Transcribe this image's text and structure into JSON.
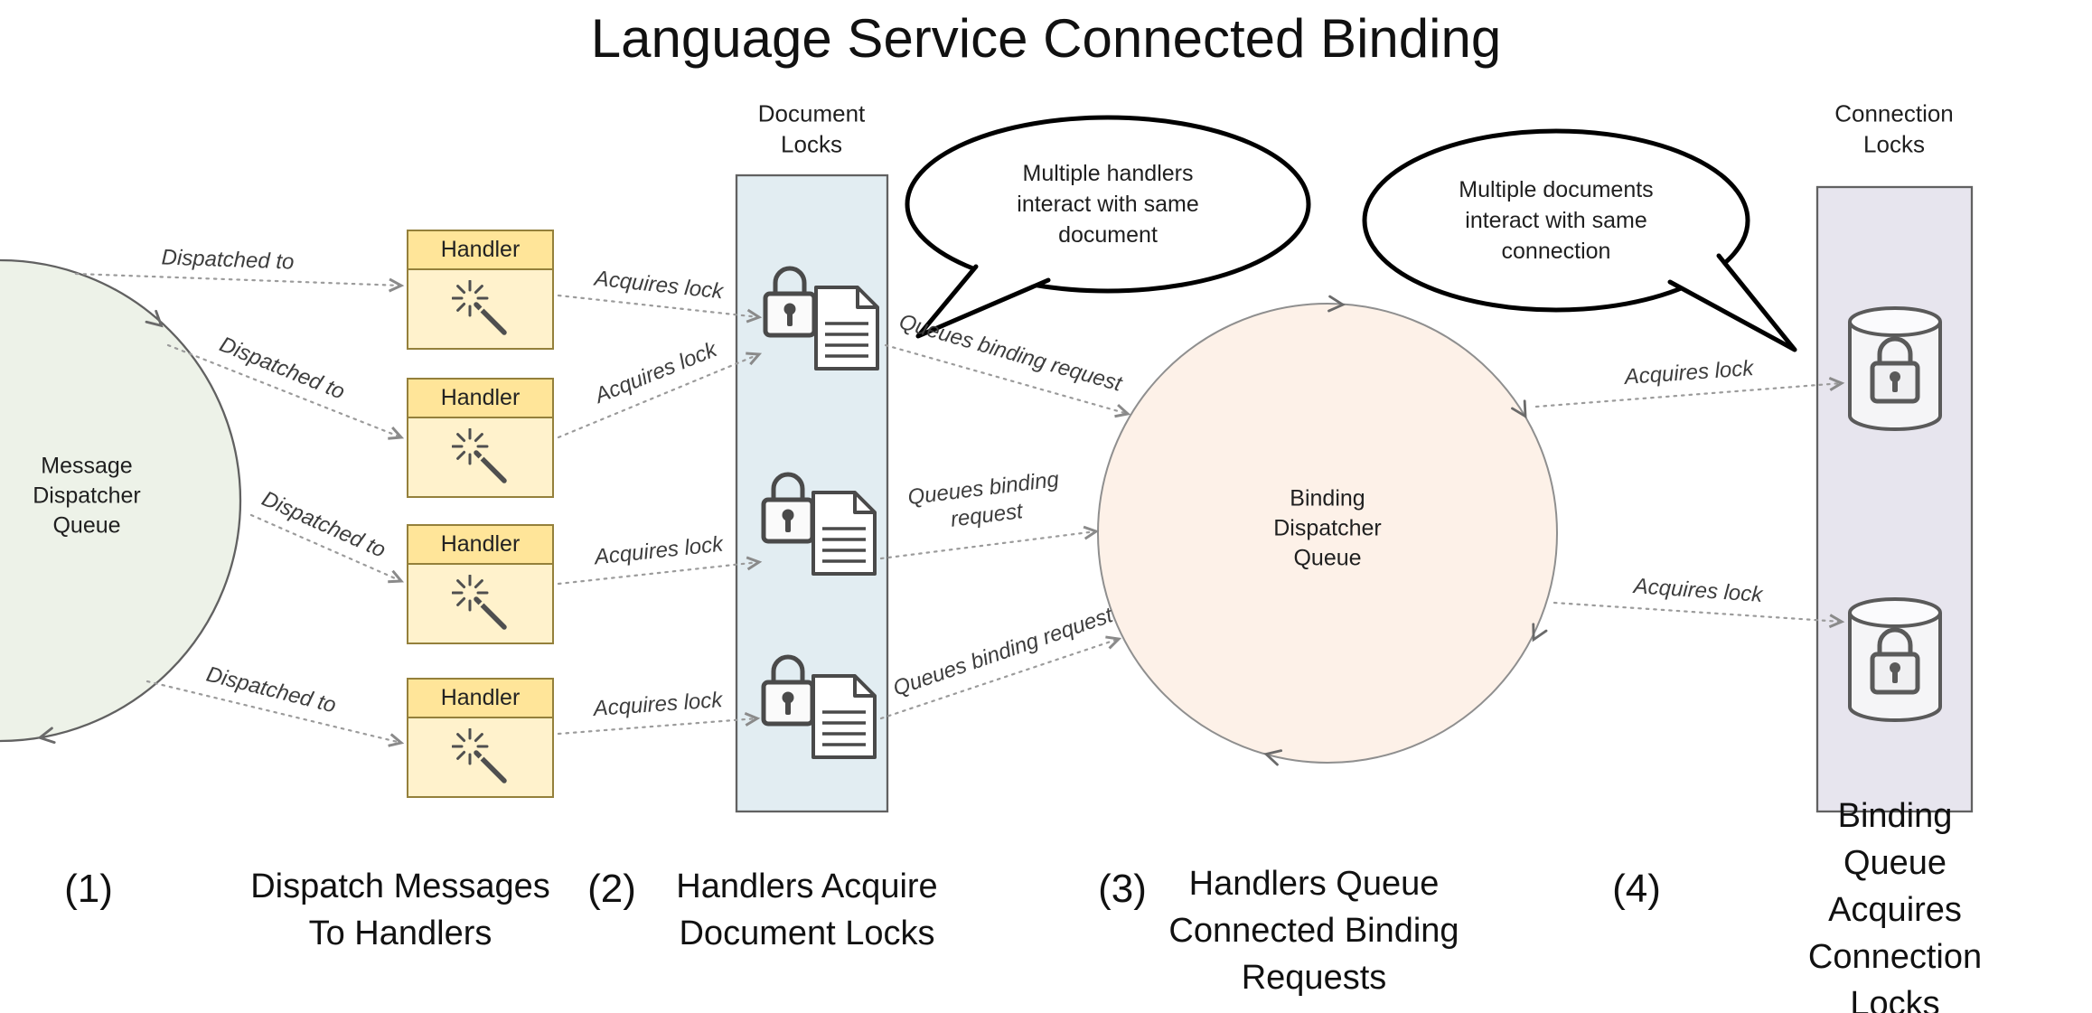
{
  "title": "Language Service Connected Binding",
  "colors": {
    "message_queue_fill": "#edf2e8",
    "binding_queue_fill": "#fdf1e8",
    "document_locks_fill": "#e2edf2",
    "connection_locks_fill": "#e7e5ee",
    "handler_header_fill": "#ffe599",
    "handler_body_fill": "#fff2cc",
    "edge_color": "#9b9b9b",
    "bubble_border": "#000000"
  },
  "nodes": {
    "message_queue": "Message\nDispatcher\nQueue",
    "binding_queue": "Binding\nDispatcher\nQueue",
    "document_locks": "Document\nLocks",
    "connection_locks": "Connection\nLocks"
  },
  "handlers": [
    {
      "label": "Handler"
    },
    {
      "label": "Handler"
    },
    {
      "label": "Handler"
    },
    {
      "label": "Handler"
    }
  ],
  "edges": {
    "dispatched_to": "Dispatched to",
    "acquires_lock": "Acquires lock",
    "queues_binding_request": "Queues binding request",
    "queues_binding_request_wrapped": "Queues binding\nrequest"
  },
  "bubbles": [
    {
      "text": "Multiple handlers\ninteract with same\ndocument"
    },
    {
      "text": "Multiple documents\ninteract with same\nconnection"
    }
  ],
  "steps": [
    {
      "num": "(1)",
      "text": "Dispatch Messages\nTo Handlers"
    },
    {
      "num": "(2)",
      "text": "Handlers Acquire\nDocument Locks"
    },
    {
      "num": "(3)",
      "text": "Handlers Queue\nConnected Binding\nRequests"
    },
    {
      "num": "(4)",
      "text": "Binding Queue Acquires\nConnection Locks"
    }
  ]
}
